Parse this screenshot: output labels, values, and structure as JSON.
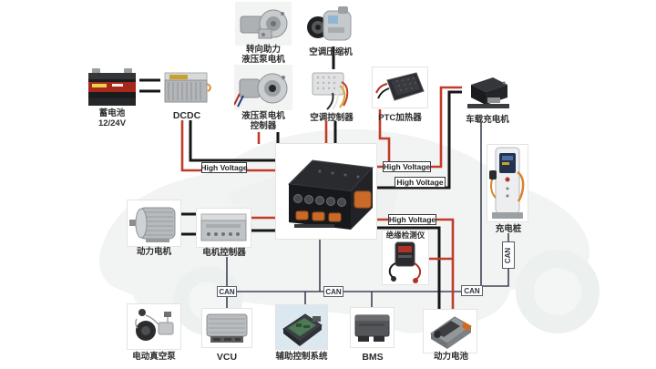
{
  "diagram": {
    "type": "ev-high-voltage-system-architecture",
    "colors": {
      "hv_red": "#c23b2a",
      "hv_black": "#161616",
      "can_line": "#3d4454",
      "label_text": "#2d2d2d"
    }
  },
  "components": {
    "steering_pump_motor": {
      "label_line1": "转向助力",
      "label_line2": "液压泵电机"
    },
    "ac_compressor": {
      "label": "空调压缩机"
    },
    "battery_12v": {
      "label_line1": "蓄电池",
      "label_line2": "12/24V"
    },
    "dcdc": {
      "label": "DCDC"
    },
    "hyd_pump_motor_controller": {
      "label_line1": "液压泵电机",
      "label_line2": "控制器"
    },
    "ac_controller": {
      "label": "空调控制器"
    },
    "ptc_heater": {
      "label": "PTC加热器"
    },
    "onboard_charger": {
      "label": "车载充电机"
    },
    "charging_pile": {
      "label": "充电桩"
    },
    "drive_motor": {
      "label": "动力电机"
    },
    "motor_controller": {
      "label": "电机控制器"
    },
    "insulation_detector": {
      "label": "绝缘检测仪"
    },
    "electric_vacuum_pump": {
      "label": "电动真空泵"
    },
    "vcu": {
      "label": "VCU"
    },
    "aux_control_system": {
      "label": "辅助控制系统"
    },
    "bms": {
      "label": "BMS"
    },
    "traction_battery": {
      "label": "动力电池"
    }
  },
  "wire_labels": {
    "high_voltage": "High Voltage",
    "can": "CAN"
  }
}
